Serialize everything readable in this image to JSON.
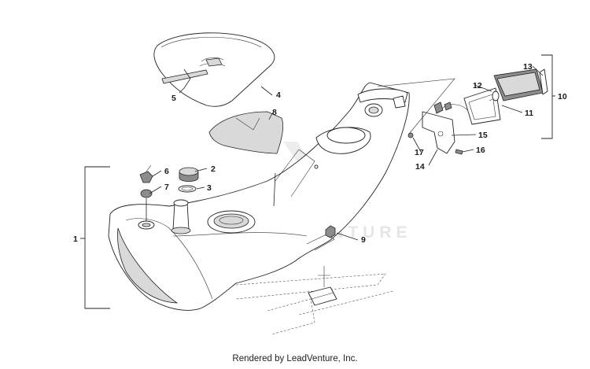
{
  "callouts": {
    "c1": "1",
    "c2": "2",
    "c3": "3",
    "c4": "4",
    "c5": "5",
    "c6": "6",
    "c7": "7",
    "c8": "8",
    "c9": "9",
    "c10": "10",
    "c11": "11",
    "c12": "12",
    "c13": "13",
    "c14": "14",
    "c15": "15",
    "c16": "16",
    "c17": "17"
  },
  "watermark": "LEADVENTURE",
  "footer": "Rendered by LeadVenture, Inc."
}
